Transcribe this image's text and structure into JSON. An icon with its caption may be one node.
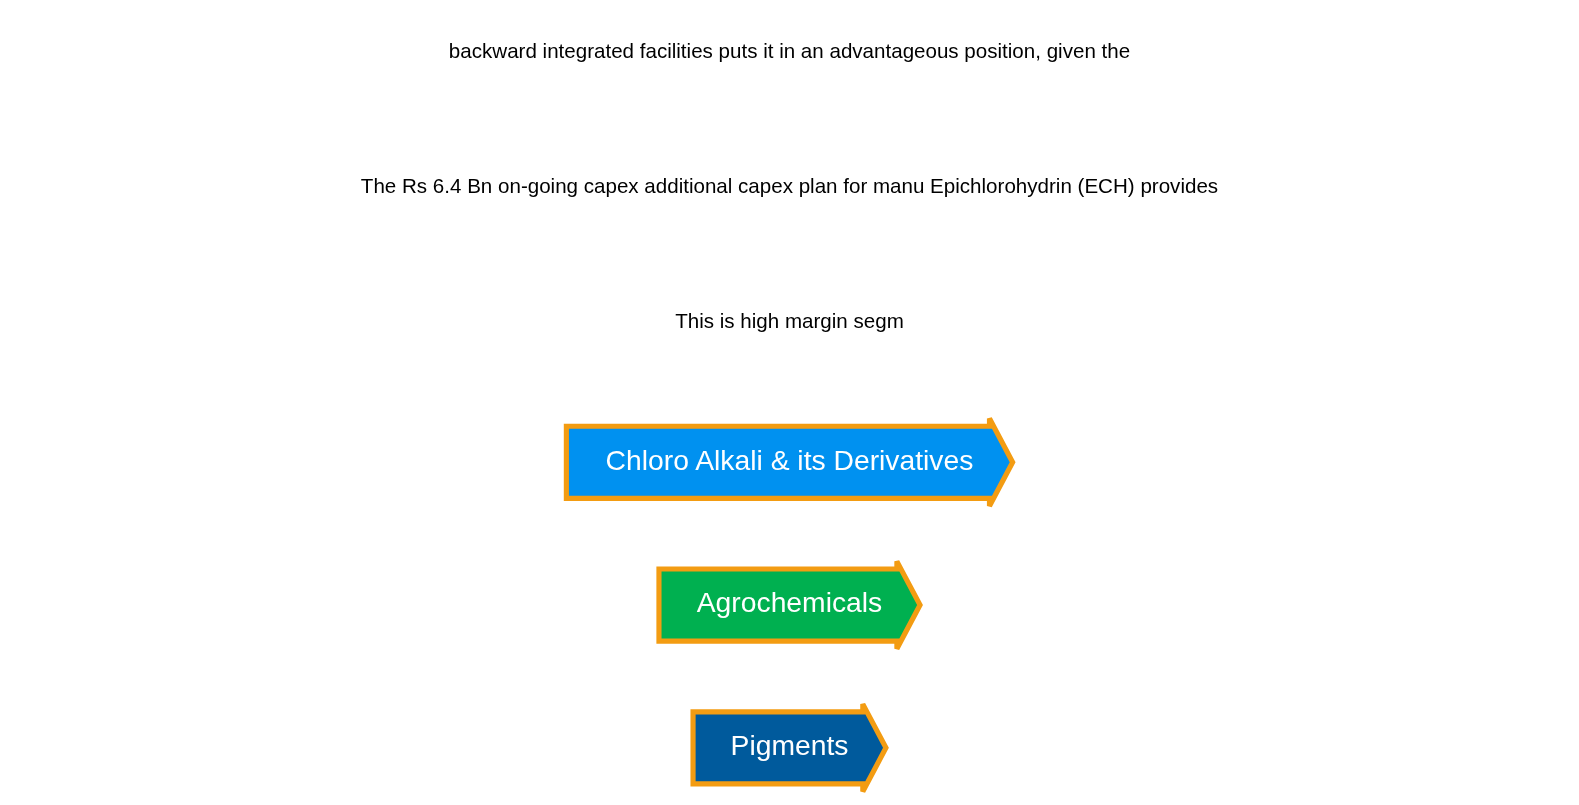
{
  "diagram": {
    "nodes": [
      {
        "text": [
          "Pigments"
        ]
      },
      {
        "text": [
          "Agrochemicals"
        ]
      },
      {
        "text": [
          "Chloro Alkali & its Derivatives"
        ]
      }
    ],
    "labels": [
      "This is high margin segm",
      "The Rs 6.4 Bn on-going capex additional capex plan for manu Epichlorohydrin (ECH) provides",
      "backward integrated facilities puts it in an advantageous position, given the"
    ]
  }
}
